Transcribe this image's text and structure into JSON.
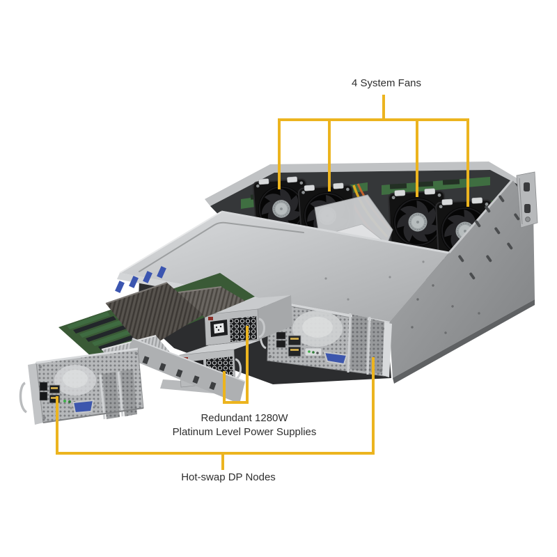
{
  "figure": {
    "subject": "Dual-node 2U rackmount server, rear three-quarter view",
    "background_color": "#ffffff",
    "callouts": {
      "fans": {
        "label": "4 System Fans"
      },
      "power_supplies": {
        "line1": "Redundant 1280W",
        "line2": "Platinum Level Power Supplies"
      },
      "nodes": {
        "label": "Hot-swap DP Nodes"
      }
    },
    "colors": {
      "callout_line": "#ECB41F",
      "label_text": "#2E2E2E",
      "chassis_light": "#C9CBCD",
      "chassis_mid": "#A9ABAD",
      "chassis_dark": "#7E8082",
      "cavity": "#2D2E30",
      "fan_black": "#121212",
      "fan_hub_gray": "#9BA1A3",
      "pcb_green": "#3F6E41",
      "psu_silver": "#B9BBBD",
      "vga_blue": "#3C56AD",
      "heatsink_gray": "#57534E"
    }
  }
}
